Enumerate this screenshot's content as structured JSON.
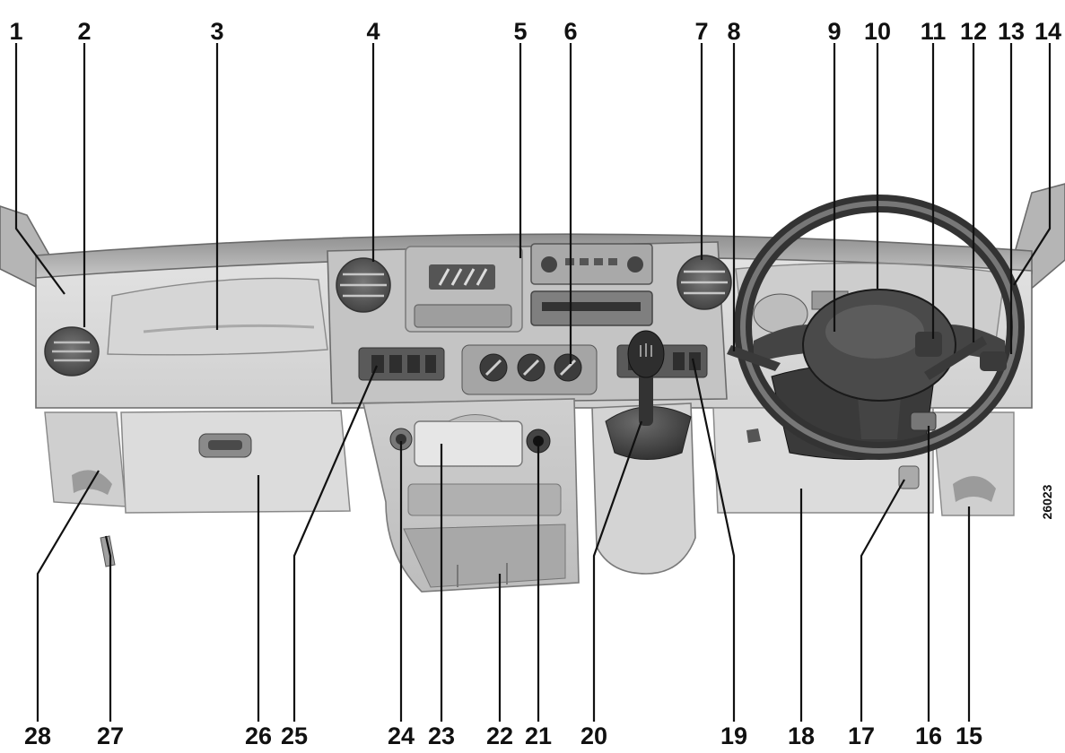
{
  "figure": {
    "reference_code": "26023",
    "callouts": [
      {
        "id": "1",
        "label": "1"
      },
      {
        "id": "2",
        "label": "2"
      },
      {
        "id": "3",
        "label": "3"
      },
      {
        "id": "4",
        "label": "4"
      },
      {
        "id": "5",
        "label": "5"
      },
      {
        "id": "6",
        "label": "6"
      },
      {
        "id": "7",
        "label": "7"
      },
      {
        "id": "8",
        "label": "8"
      },
      {
        "id": "9",
        "label": "9"
      },
      {
        "id": "10",
        "label": "10"
      },
      {
        "id": "11",
        "label": "11"
      },
      {
        "id": "12",
        "label": "12"
      },
      {
        "id": "13",
        "label": "13"
      },
      {
        "id": "14",
        "label": "14"
      },
      {
        "id": "15",
        "label": "15"
      },
      {
        "id": "16",
        "label": "16"
      },
      {
        "id": "17",
        "label": "17"
      },
      {
        "id": "18",
        "label": "18"
      },
      {
        "id": "19",
        "label": "19"
      },
      {
        "id": "20",
        "label": "20"
      },
      {
        "id": "21",
        "label": "21"
      },
      {
        "id": "22",
        "label": "22"
      },
      {
        "id": "23",
        "label": "23"
      },
      {
        "id": "24",
        "label": "24"
      },
      {
        "id": "25",
        "label": "25"
      },
      {
        "id": "26",
        "label": "26"
      },
      {
        "id": "27",
        "label": "27"
      },
      {
        "id": "28",
        "label": "28"
      }
    ]
  }
}
